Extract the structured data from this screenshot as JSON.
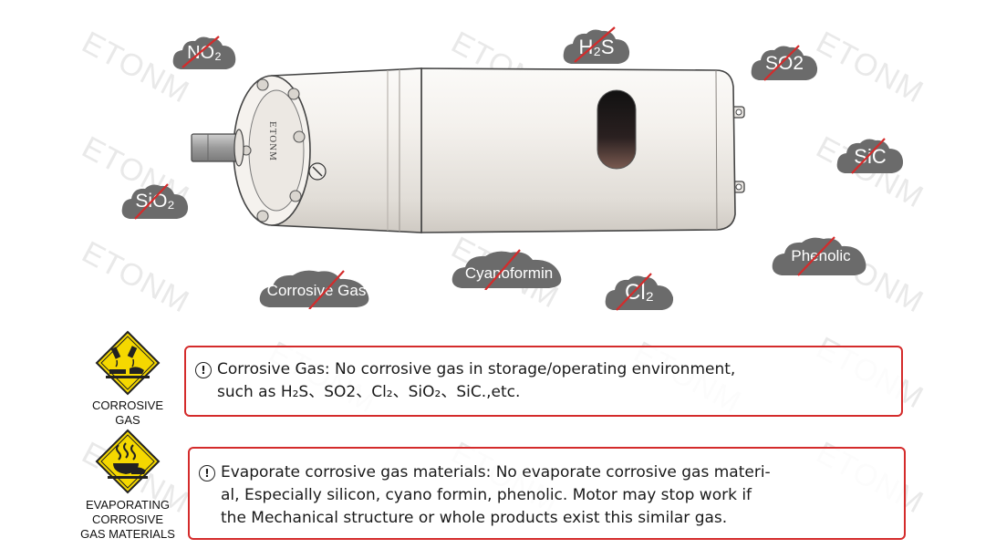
{
  "watermark": "ETONM",
  "motor": {
    "brand_text": "ETONM"
  },
  "clouds": [
    {
      "id": "no2",
      "text": "NO₂"
    },
    {
      "id": "h2s",
      "text": "H₂S"
    },
    {
      "id": "so2",
      "text": "SO2"
    },
    {
      "id": "sic",
      "text": "SiC"
    },
    {
      "id": "sio2",
      "text": "SiO₂"
    },
    {
      "id": "phenolic",
      "text": "Phenolic"
    },
    {
      "id": "cyanoformin",
      "text": "Cyanoformin"
    },
    {
      "id": "corrosive",
      "text": "Corrosive Gas"
    },
    {
      "id": "cl2",
      "text": "Cl₂"
    }
  ],
  "hazards": [
    {
      "label_line1": "CORROSIVE",
      "label_line2": "GAS"
    },
    {
      "label_line1": "EVAPORATING",
      "label_line2": "CORROSIVE",
      "label_line3": "GAS MATERIALS"
    }
  ],
  "notices": {
    "warning_glyph": "!",
    "corrosive_gas": {
      "line1": "Corrosive Gas: No corrosive gas in storage/operating environment,",
      "line2": "such as H₂S、SO2、Cl₂、SiO₂、SiC.,etc."
    },
    "evaporate": {
      "line1": "Evaporate corrosive gas materials: No evaporate corrosive gas materi-",
      "line2": "al, Especially silicon, cyano formin, phenolic. Motor may stop work if",
      "line3": "the Mechanical structure or whole products exist this similar gas."
    }
  },
  "colors": {
    "cloud": "#6b6b6b",
    "slash": "#d42b2b",
    "notice_border": "#d42b2b",
    "hazard_yellow": "#f5d800",
    "motor_body": "#f1eeea"
  }
}
